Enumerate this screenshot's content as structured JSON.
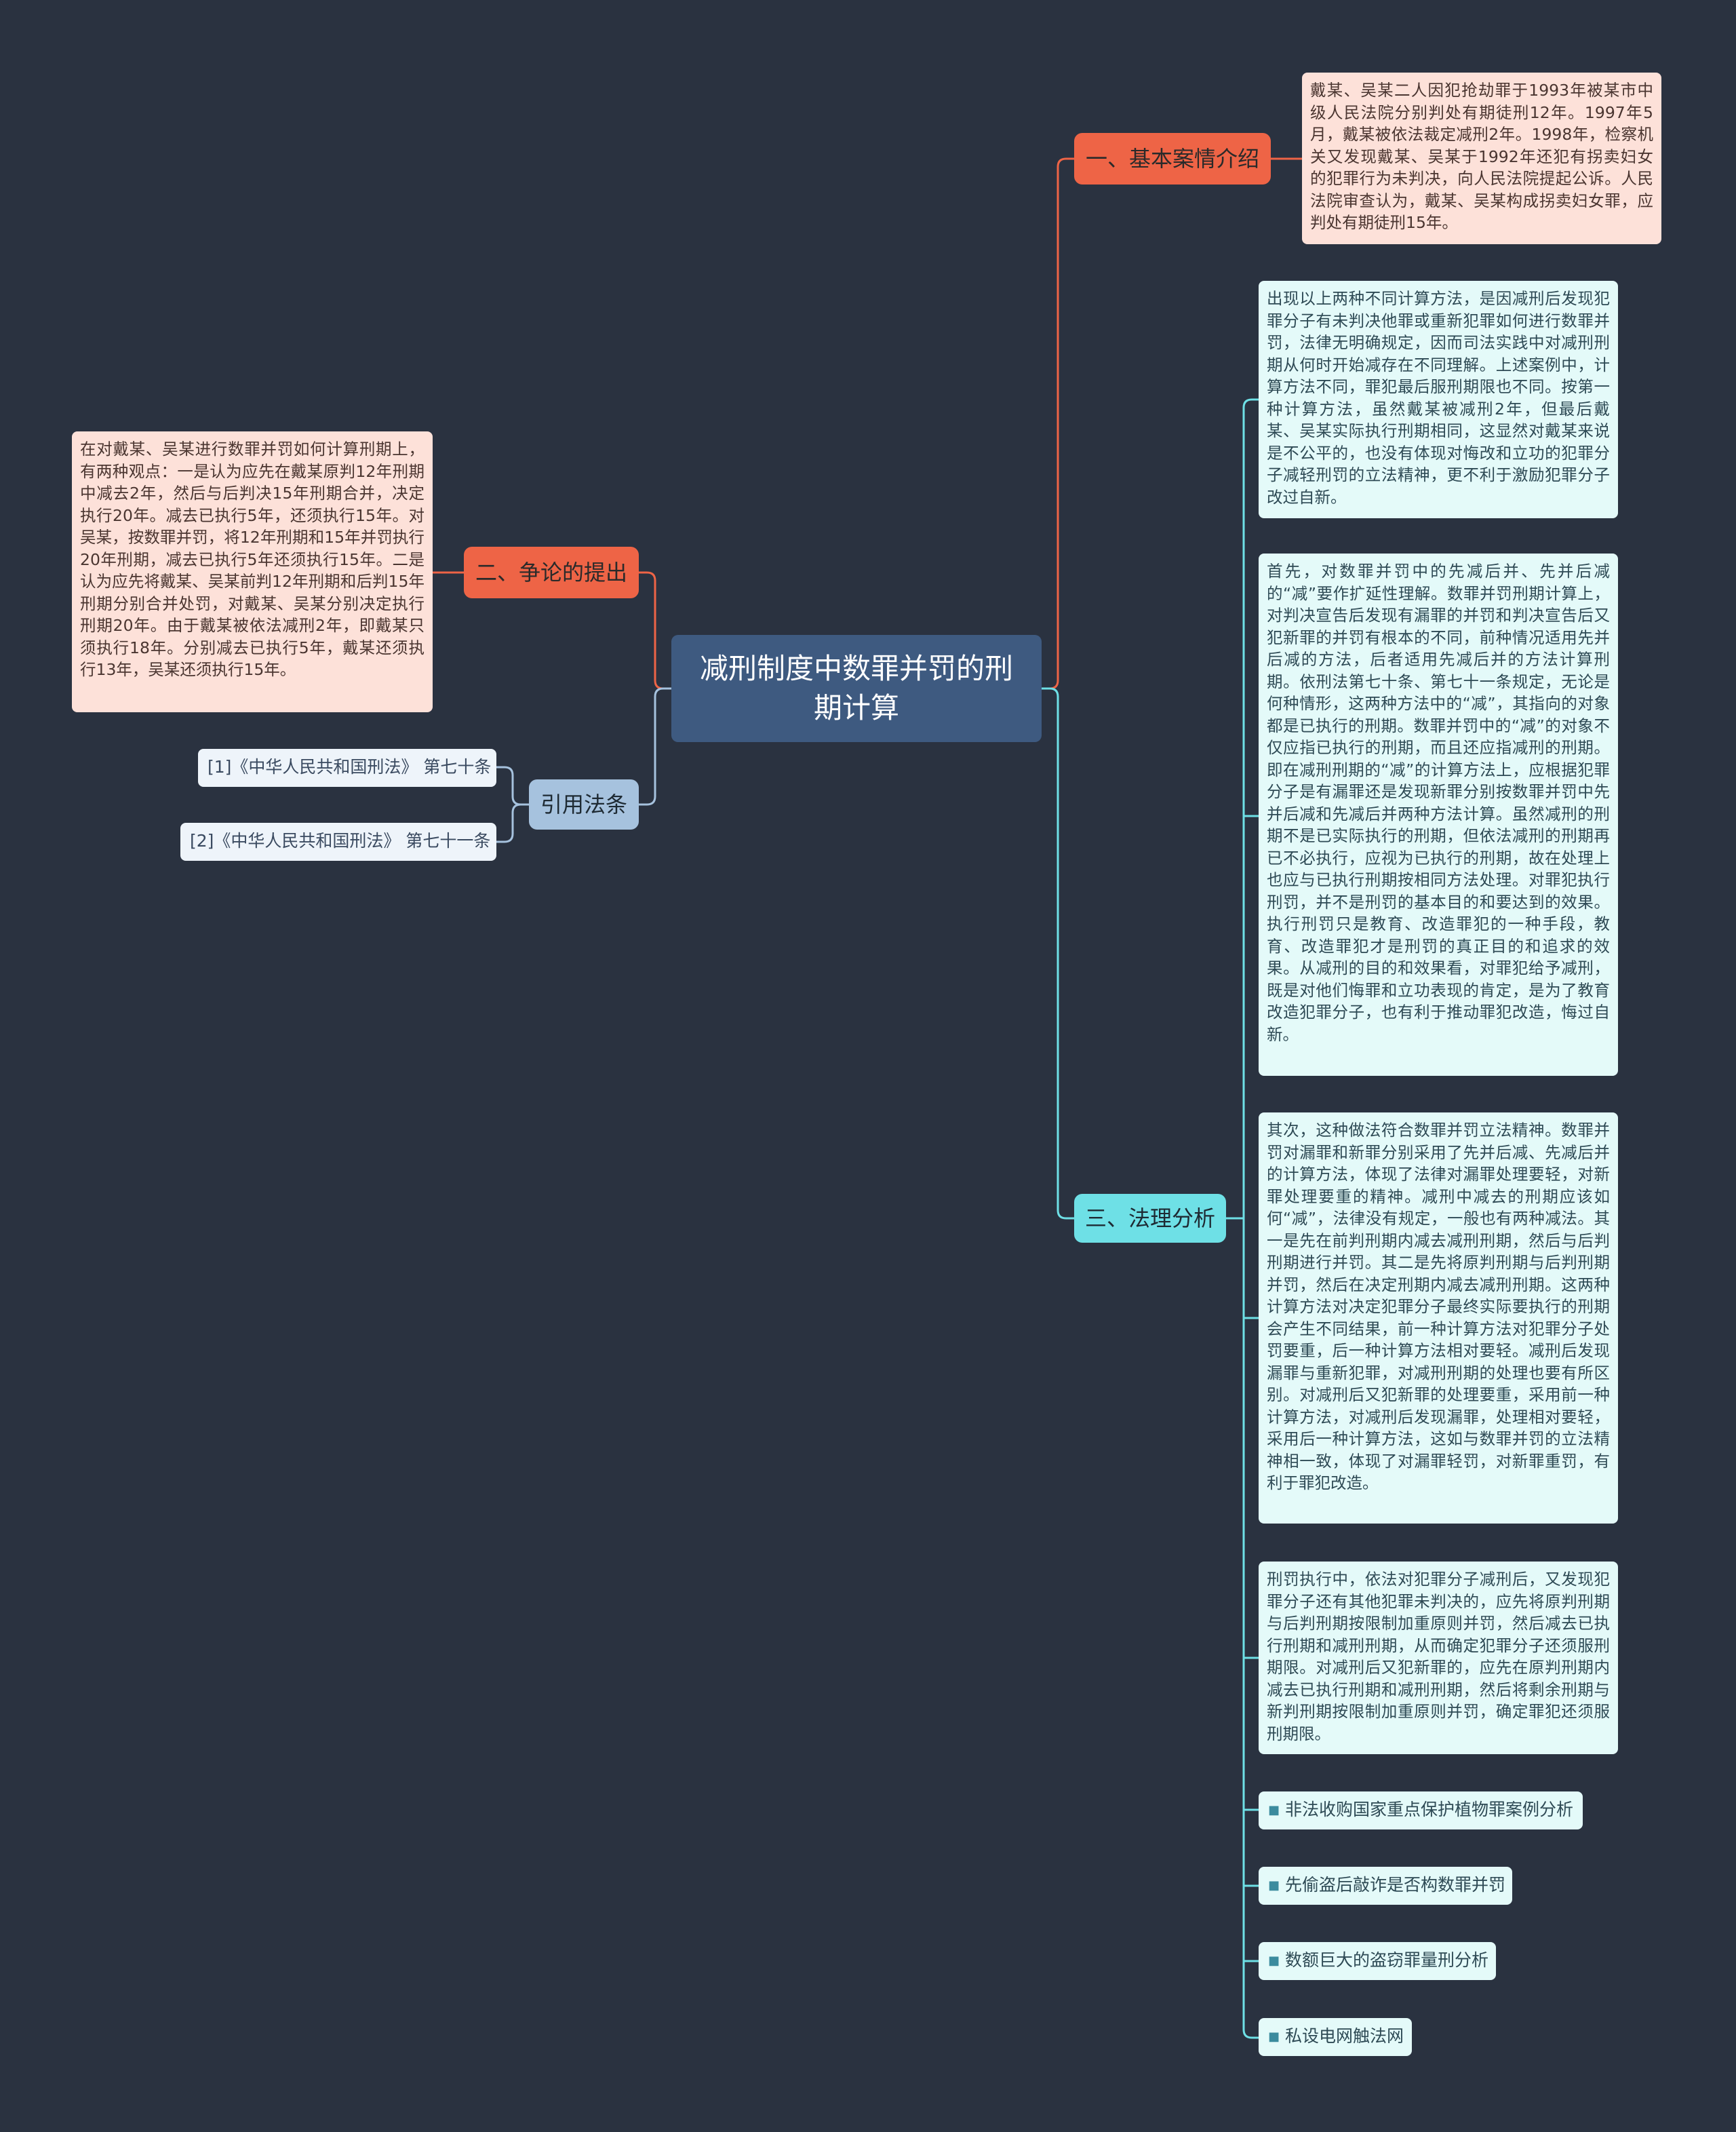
{
  "root": {
    "title": "减刑制度中数罪并罚的刑期计算"
  },
  "colors": {
    "background": "#2a3240",
    "root": "#3e5a80",
    "red": "#ee6446",
    "cyan": "#6ee0e6",
    "blue": "#a6c2de"
  },
  "branches": {
    "basic": {
      "label": "一、基本案情介绍",
      "text": "戴某、吴某二人因犯抢劫罪于1993年被某市中级人民法院分别判处有期徒刑12年。1997年5月，戴某被依法裁定减刑2年。1998年，检察机关又发现戴某、吴某于1992年还犯有拐卖妇女的犯罪行为未判决，向人民法院提起公诉。人民法院审查认为，戴某、吴某构成拐卖妇女罪，应判处有期徒刑15年。"
    },
    "dispute": {
      "label": "二、争论的提出",
      "text": "在对戴某、吴某进行数罪并罚如何计算刑期上，有两种观点：一是认为应先在戴某原判12年刑期中减去2年，然后与后判决15年刑期合并，决定执行20年。减去已执行5年，还须执行15年。对吴某，按数罪并罚，将12年刑期和15年并罚执行20年刑期，减去已执行5年还须执行15年。二是认为应先将戴某、吴某前判12年刑期和后判15年刑期分别合并处罚，对戴某、吴某分别决定执行刑期20年。由于戴某被依法减刑2年，即戴某只须执行18年。分别减去已执行5年，戴某还须执行13年，吴某还须执行15年。"
    },
    "refs": {
      "label": "引用法条",
      "items": [
        "[1]《中华人民共和国刑法》 第七十条",
        "[2]《中华人民共和国刑法》 第七十一条"
      ]
    },
    "analysis": {
      "label": "三、法理分析",
      "cards": [
        "出现以上两种不同计算方法，是因减刑后发现犯罪分子有未判决他罪或重新犯罪如何进行数罪并罚，法律无明确规定，因而司法实践中对减刑刑期从何时开始减存在不同理解。上述案例中，计算方法不同，罪犯最后服刑期限也不同。按第一种计算方法，虽然戴某被减刑2年，但最后戴某、吴某实际执行刑期相同，这显然对戴某来说是不公平的，也没有体现对悔改和立功的犯罪分子减轻刑罚的立法精神，更不利于激励犯罪分子改过自新。",
        "首先，对数罪并罚中的先减后并、先并后减的“减”要作扩延性理解。数罪并罚刑期计算上，对判决宣告后发现有漏罪的并罚和判决宣告后又犯新罪的并罚有根本的不同，前种情况适用先并后减的方法，后者适用先减后并的方法计算刑期。依刑法第七十条、第七十一条规定，无论是何种情形，这两种方法中的“减”，其指向的对象都是已执行的刑期。数罪并罚中的“减”的对象不仅应指已执行的刑期，而且还应指减刑的刑期。即在减刑刑期的“减”的计算方法上，应根据犯罪分子是有漏罪还是发现新罪分别按数罪并罚中先并后减和先减后并两种方法计算。虽然减刑的刑期不是已实际执行的刑期，但依法减刑的刑期再已不必执行，应视为已执行的刑期，故在处理上也应与已执行刑期按相同方法处理。对罪犯执行刑罚，并不是刑罚的基本目的和要达到的效果。执行刑罚只是教育、改造罪犯的一种手段，教育、改造罪犯才是刑罚的真正目的和追求的效果。从减刑的目的和效果看，对罪犯给予减刑，既是对他们悔罪和立功表现的肯定，是为了教育改造犯罪分子，也有利于推动罪犯改造，悔过自新。",
        "其次，这种做法符合数罪并罚立法精神。数罪并罚对漏罪和新罪分别采用了先并后减、先减后并的计算方法，体现了法律对漏罪处理要轻，对新罪处理要重的精神。减刑中减去的刑期应该如何“减”，法律没有规定，一般也有两种减法。其一是先在前判刑期内减去减刑刑期，然后与后判刑期进行并罚。其二是先将原判刑期与后判刑期并罚，然后在决定刑期内减去减刑刑期。这两种计算方法对决定犯罪分子最终实际要执行的刑期会产生不同结果，前一种计算方法对犯罪分子处罚要重，后一种计算方法相对要轻。减刑后发现漏罪与重新犯罪，对减刑刑期的处理也要有所区别。对减刑后又犯新罪的处理要重，采用前一种计算方法，对减刑后发现漏罪，处理相对要轻，采用后一种计算方法，这如与数罪并罚的立法精神相一致，体现了对漏罪轻罚，对新罪重罚，有利于罪犯改造。",
        "刑罚执行中，依法对犯罪分子减刑后，又发现犯罪分子还有其他犯罪未判决的，应先将原判刑期与后判刑期按限制加重原则并罚，然后减去已执行刑期和减刑刑期，从而确定犯罪分子还须服刑期限。对减刑后又犯新罪的，应先在原判刑期内减去已执行刑期和减刑刑期，然后将剩余刑期与新判刑期按限制加重原则并罚，确定罪犯还须服刑期限。"
      ],
      "links": [
        "非法收购国家重点保护植物罪案例分析",
        "先偷盗后敲诈是否构数罪并罚",
        "数额巨大的盗窃罪量刑分析",
        "私设电网触法网"
      ]
    }
  }
}
